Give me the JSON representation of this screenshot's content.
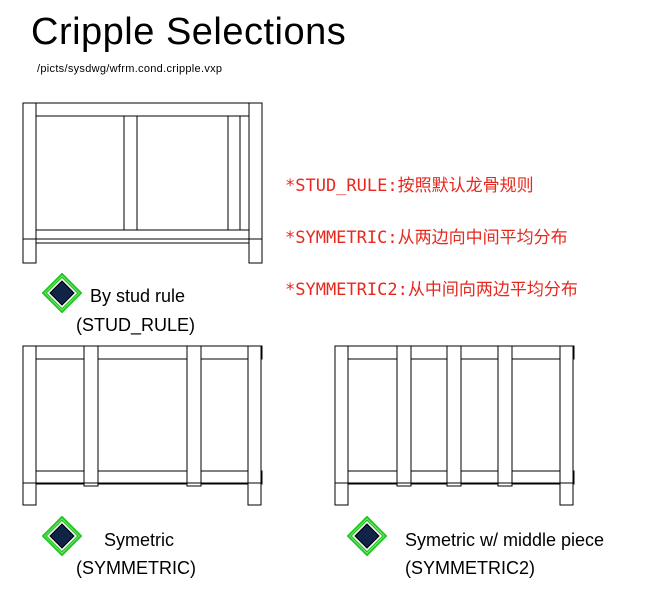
{
  "title": "Cripple Selections",
  "path": "/picts/sysdwg/wfrm.cond.cripple.vxp",
  "note_color": "#e8281e",
  "notes": [
    "*STUD_RULE:按照默认龙骨规则",
    "*SYMMETRIC:从两边向中间平均分布",
    "*SYMMETRIC2:从中间向两边平均分布"
  ],
  "options": {
    "stud_rule": {
      "name": "By stud rule",
      "code": "(STUD_RULE)"
    },
    "symmetric": {
      "name": "Symetric",
      "code": "(SYMMETRIC)"
    },
    "symmetric2": {
      "name": "Symetric w/ middle piece",
      "code": "(SYMMETRIC2)"
    }
  },
  "radio": {
    "ring_color": "#1ec81e",
    "fill_color": "#102448",
    "icon": "diamond-radio-icon"
  }
}
